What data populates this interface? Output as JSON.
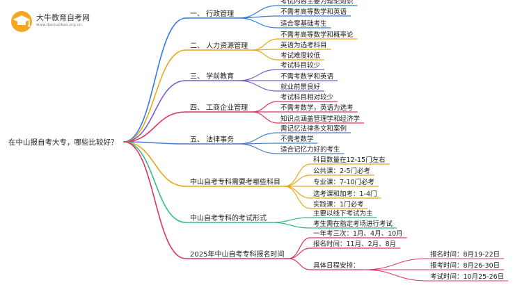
{
  "logo": {
    "title": "大牛教育自考网",
    "subtitle": "www.daniuzikao.org.cn"
  },
  "root": "在中山报自考大专，哪些比较好？",
  "branches": [
    {
      "label": "一、 行政管理",
      "color": "#2f7ae5",
      "children": [
        {
          "label": "考试内容主要为理论知识"
        },
        {
          "label": "不需考高等数学和英语"
        },
        {
          "label": "适合零基础考生"
        }
      ]
    },
    {
      "label": "二、 人力资源管理",
      "color": "#e6a817",
      "children": [
        {
          "label": "不需考高等数学和概率论"
        },
        {
          "label": "英语为选考科目"
        },
        {
          "label": "考试难度较低"
        }
      ]
    },
    {
      "label": "三、 学前教育",
      "color": "#7b5cc9",
      "children": [
        {
          "label": "考试科目较少"
        },
        {
          "label": "不需考数学和英语"
        },
        {
          "label": "就业前景良好"
        }
      ]
    },
    {
      "label": "四、 工商企业管理",
      "color": "#e0335f",
      "children": [
        {
          "label": "考试科目相对较少"
        },
        {
          "label": "不需考数学，英语为选考"
        },
        {
          "label": "知识点涵盖管理学和经济学"
        }
      ]
    },
    {
      "label": "五、 法律事务",
      "color": "#4a7ec9",
      "children": [
        {
          "label": "需记忆法律条文和案例"
        },
        {
          "label": "不需考数学"
        },
        {
          "label": "适合记忆力好的考生"
        }
      ]
    },
    {
      "label": "中山自考专科需要考哪些科目",
      "color": "#e6a817",
      "children": [
        {
          "label": "科目数量在12-15门左右"
        },
        {
          "label": "公共课：2-5门必考"
        },
        {
          "label": "专业课：7-10门必考"
        },
        {
          "label": "选考课和加考：1-4门"
        },
        {
          "label": "实践课：1门必考"
        }
      ]
    },
    {
      "label": "中山自考专科的考试形式",
      "color": "#2ebf7a",
      "children": [
        {
          "label": "主要以线下考试为主"
        },
        {
          "label": "考生需在指定考场进行考试"
        }
      ]
    },
    {
      "label": "2025年中山自考专科报名时间",
      "color": "#e0335f",
      "children": [
        {
          "label": "一年考三次：1月、4月、10月"
        },
        {
          "label": "报名时间：11月、2月、8月"
        },
        {
          "label": "具体日程安排：",
          "children": [
            {
              "label": "报名时间：8月19-22日"
            },
            {
              "label": "报考时间：8月26-30日"
            },
            {
              "label": "考试时间：10月25-26日"
            }
          ]
        }
      ]
    }
  ]
}
